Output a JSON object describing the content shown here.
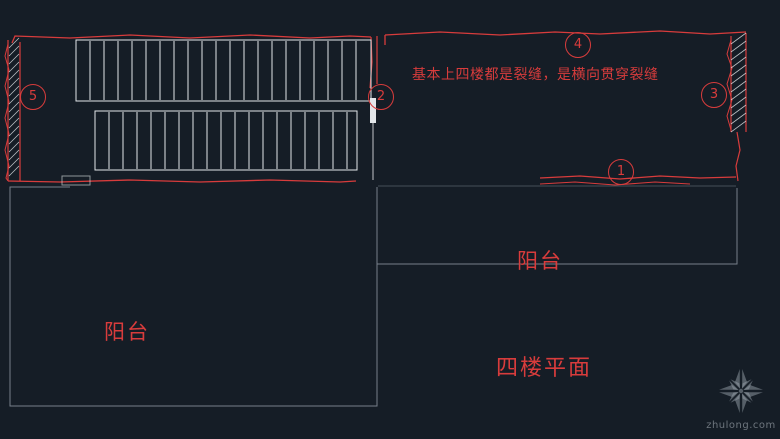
{
  "canvas": {
    "background": "#151d26",
    "line_red": "#d83c3c",
    "line_white": "#e3e7ea",
    "line_dim": "#76808a"
  },
  "annotations": {
    "crack_note": "基本上四楼都是裂缝，是横向贯穿裂缝",
    "balcony_upper": "阳台",
    "balcony_lower": "阳台",
    "plan_title": "四楼平面"
  },
  "markers": {
    "m1": "1",
    "m2": "2",
    "m3": "3",
    "m4": "4",
    "m5": "5"
  },
  "watermark": {
    "site": "zhulong.com"
  }
}
